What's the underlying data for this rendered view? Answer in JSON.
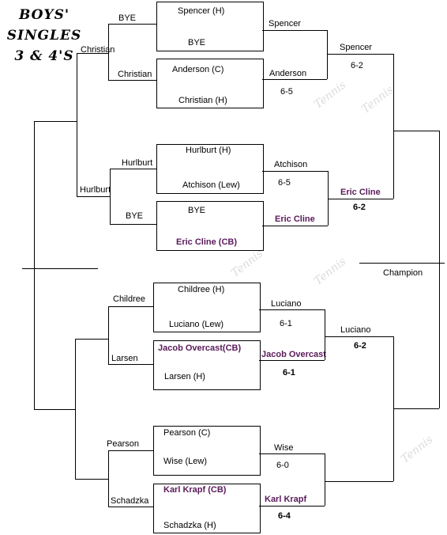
{
  "title": {
    "line1": "BOYS'",
    "line2": "SINGLES",
    "line3": "3 & 4'S"
  },
  "watermark_text": "Tennis",
  "round1": {
    "m1": {
      "top": "Spencer (H)",
      "bottom": "BYE"
    },
    "m2": {
      "top": "Anderson (C)",
      "bottom": "Christian (H)"
    },
    "m3": {
      "top": "Hurlburt (H)",
      "bottom": "Atchison (Lew)"
    },
    "m4": {
      "top": "BYE",
      "bottom": "Eric Cline (CB)"
    },
    "m5": {
      "top": "Childree (H)",
      "bottom": "Luciano (Lew)"
    },
    "m6": {
      "top": "Jacob Overcast(CB)",
      "bottom": "Larsen (H)"
    },
    "m7": {
      "top": "Pearson (C)",
      "bottom": "Wise (Lew)"
    },
    "m8": {
      "top": "Karl Krapf (CB)",
      "bottom": "Schadzka (H)"
    }
  },
  "round2": {
    "w1": {
      "name": "Spencer",
      "score": ""
    },
    "w2": {
      "name": "Anderson",
      "score": "6-5"
    },
    "w3": {
      "name": "Atchison",
      "score": "6-5"
    },
    "w4": {
      "name": "Eric Cline",
      "score": ""
    },
    "w5": {
      "name": "Luciano",
      "score": "6-1"
    },
    "w6": {
      "name": "Jacob Overcast",
      "score": "6-1"
    },
    "w7": {
      "name": "Wise",
      "score": "6-0"
    },
    "w8": {
      "name": "Karl Krapf",
      "score": "6-4"
    }
  },
  "round3": {
    "w1": {
      "name": "Spencer",
      "score": "6-2"
    },
    "w2": {
      "name": "Eric Cline",
      "score": "6-2"
    },
    "w3": {
      "name": "Luciano",
      "score": "6-2"
    }
  },
  "champion_label": "Champion",
  "left_bracket": {
    "l1": "BYE",
    "l2": "Christian",
    "l3": "Hurlburt",
    "l4": "BYE",
    "l5": "Childree",
    "l6": "Larsen",
    "l7": "Pearson",
    "l8": "Schadzka",
    "c1": "Christian",
    "c2": "Hurlburt"
  }
}
